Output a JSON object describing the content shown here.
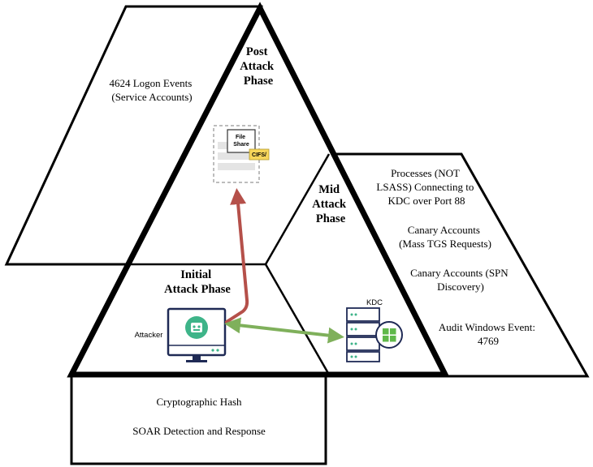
{
  "phases": {
    "post": [
      "Post",
      "Attack",
      "Phase"
    ],
    "mid": [
      "Mid",
      "Attack",
      "Phase"
    ],
    "initial": [
      "Initial",
      "Attack Phase"
    ]
  },
  "post_detections": [
    "4624 Logon Events",
    "(Service Accounts)"
  ],
  "mid_detections": [
    [
      "Processes (NOT",
      "LSASS) Connecting to",
      "KDC over Port 88"
    ],
    [
      "Canary Accounts",
      "(Mass TGS Requests)"
    ],
    [
      "Canary Accounts (SPN",
      "Discovery)"
    ],
    [
      "Audit Windows Event:",
      "4769"
    ]
  ],
  "base_detections": [
    "Cryptographic Hash",
    "SOAR Detection and Response"
  ],
  "nodes": {
    "file_share": [
      "File",
      "Share"
    ],
    "file_share_tag": "CIFS/",
    "attacker": "Attacker",
    "kdc": "KDC"
  },
  "colors": {
    "red_arrow": "#b5504a",
    "green_arrow": "#7fb05b",
    "attacker_icon": "#3eb489",
    "windows_logo": "#5fb84a",
    "file_tag": "#f7d65b"
  }
}
